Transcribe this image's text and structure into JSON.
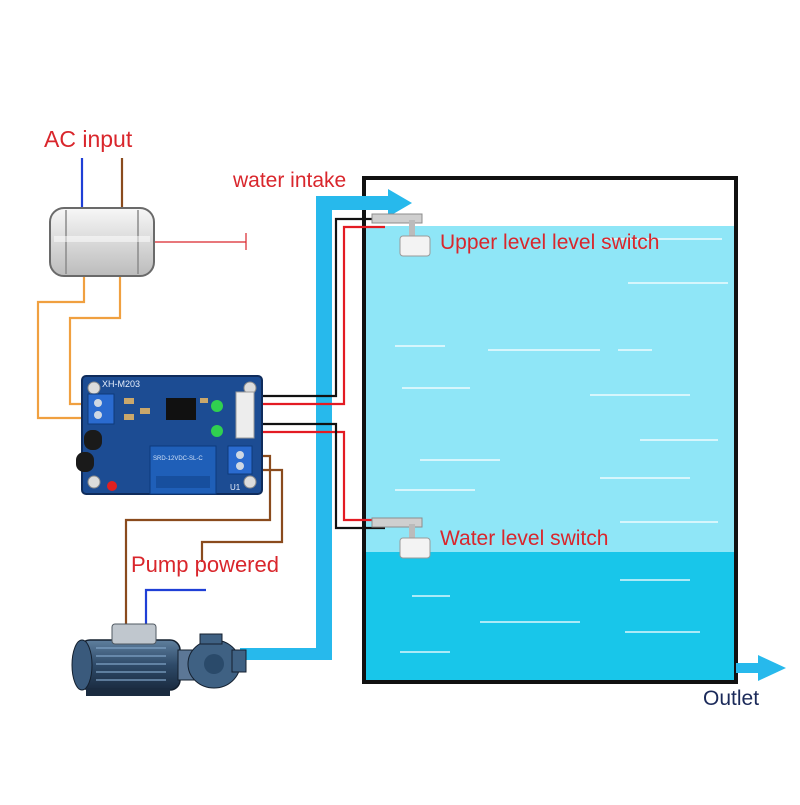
{
  "labels": {
    "ac_input": "AC input",
    "water_intake": "water intake",
    "upper_switch": "Upper level level switch",
    "lower_switch": "Water level switch",
    "pump_powered": "Pump powered",
    "outlet": "Outlet"
  },
  "board": {
    "model": "XH-M203",
    "relay_text": "SRD-12VDC-SL-C",
    "ref": "U1"
  },
  "colors": {
    "label_red": "#d9262c",
    "water_light": "#8fe6f7",
    "water_dark": "#18c6ea",
    "pipe": "#27b9ec",
    "board_blue": "#1c4c93",
    "wire_orange": "#f0a040",
    "wire_brown": "#8a4b1d",
    "wire_blue": "#1f3fd6",
    "wire_red": "#e31b23"
  }
}
